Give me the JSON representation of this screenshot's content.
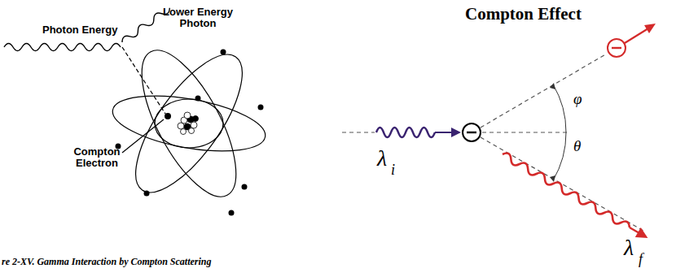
{
  "diagram": {
    "title": "Compton Effect",
    "caption": "re 2-XV. Gamma Interaction by Compton Scattering",
    "labels": [
      "Photon Energy",
      "Lower Energy Photon",
      "Compton Electron",
      "λ",
      "i",
      "φ",
      "θ",
      "λ",
      "f"
    ]
  }
}
